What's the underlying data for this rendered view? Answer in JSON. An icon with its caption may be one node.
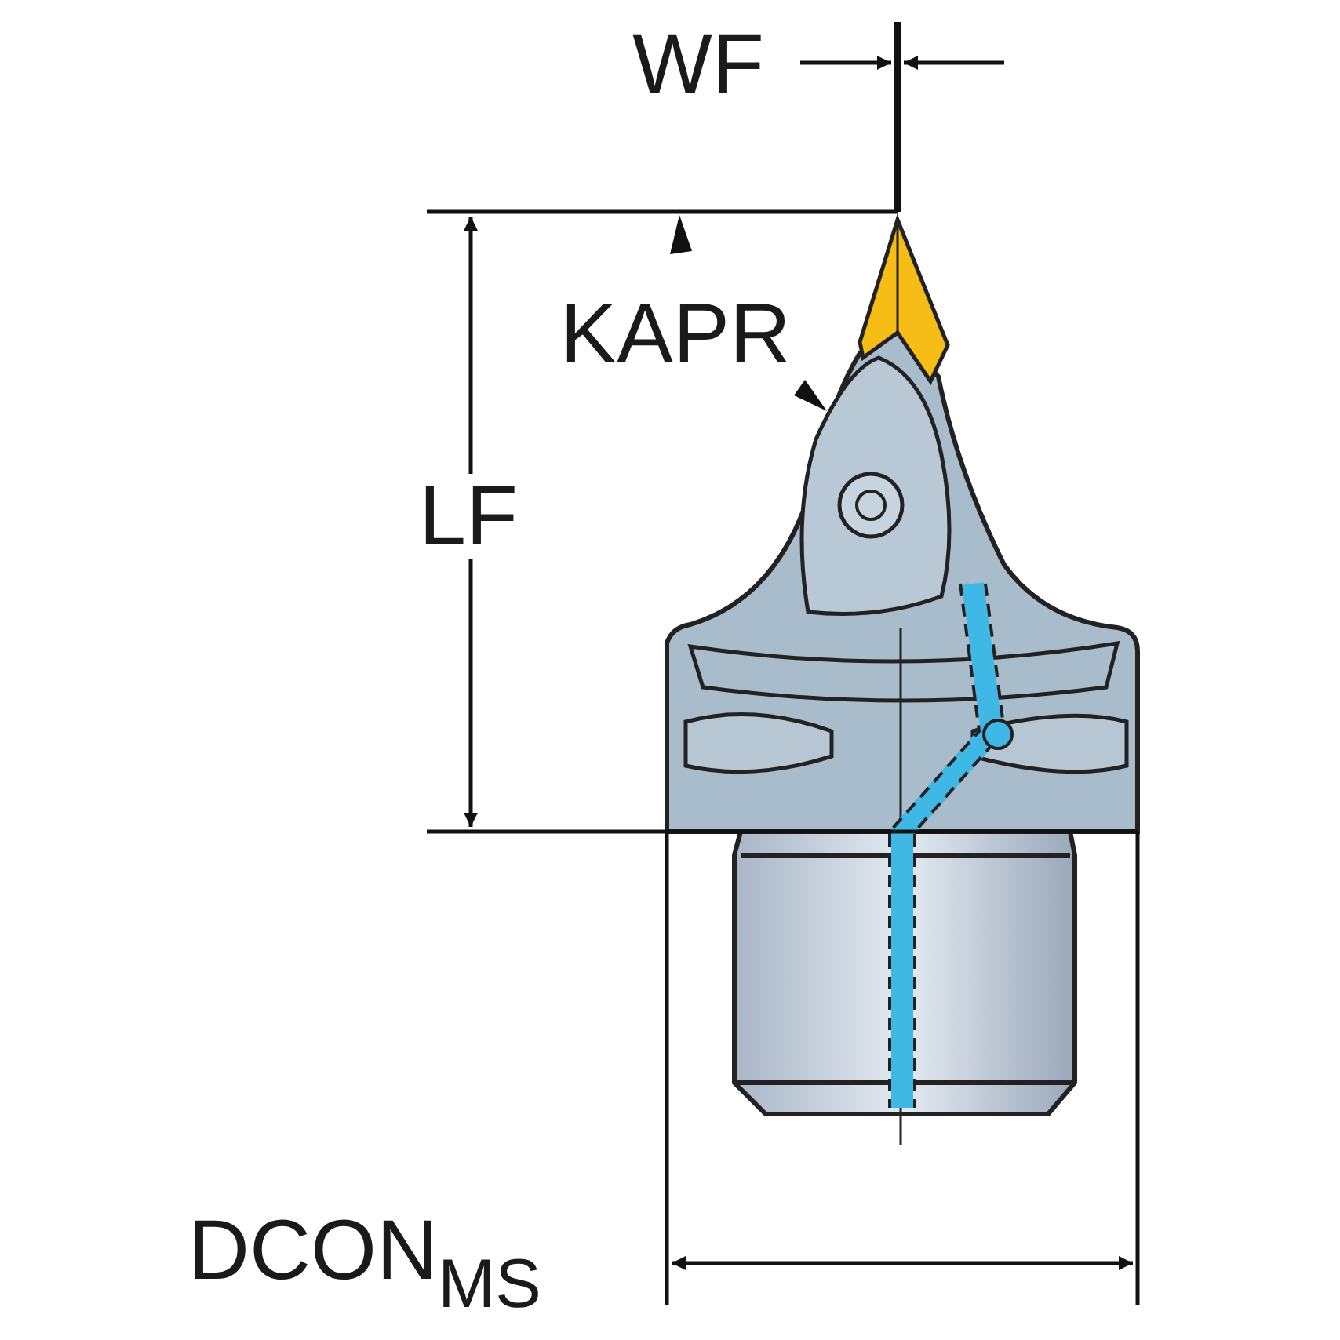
{
  "diagram": {
    "labels": [
      "WF",
      "KAPR",
      "LF",
      "DCON$_{MS}$"
    ]
  }
}
